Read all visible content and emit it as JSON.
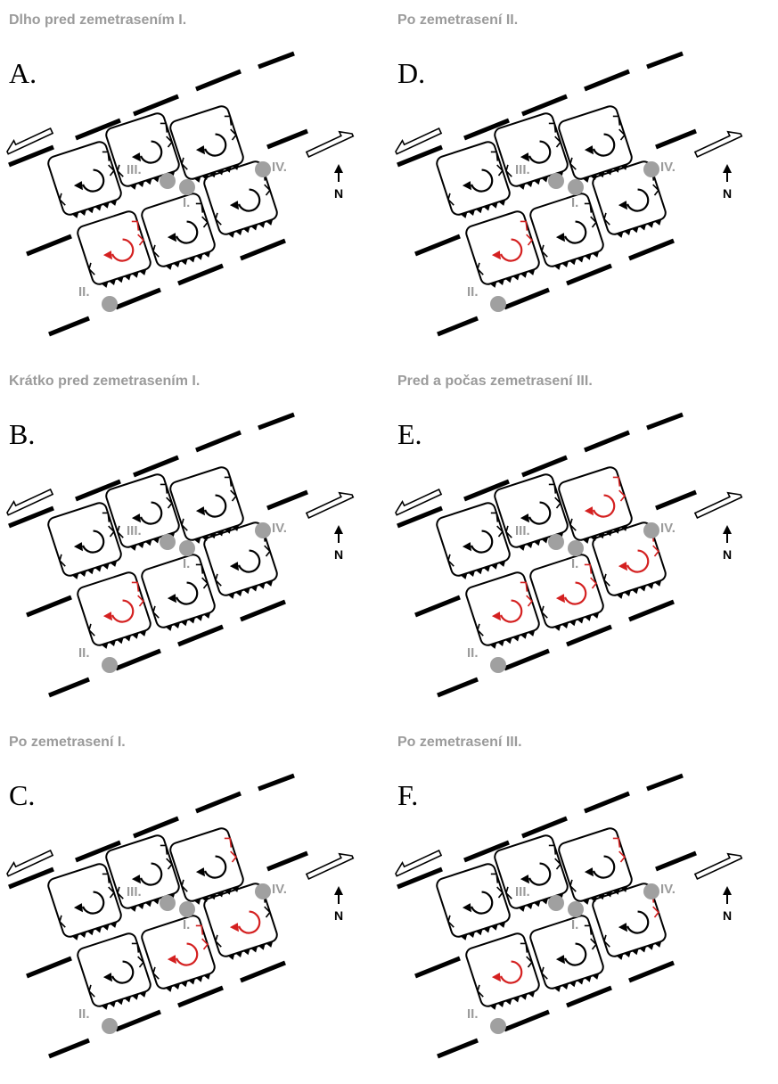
{
  "colors": {
    "black": "#000000",
    "red": "#d42020",
    "gray": "#a0a0a0",
    "label_gray": "#9b9b9b"
  },
  "icons": [
    "shear-arrow-icon",
    "rotation-arrow-icon",
    "epicenter-dot-icon",
    "north-arrow-icon"
  ],
  "north_label": "N",
  "points": {
    "i": "I.",
    "ii": "II.",
    "iii": "III.",
    "iv": "IV."
  },
  "panels": [
    {
      "letter": "A.",
      "caption": "Dlho pred zemetrasením I."
    },
    {
      "letter": "D.",
      "caption": "Po zemetrasení II."
    },
    {
      "letter": "B.",
      "caption": "Krátko pred zemetrasením I."
    },
    {
      "letter": "E.",
      "caption": "Pred a počas zemetrasení III."
    },
    {
      "letter": "C.",
      "caption": "Po zemetrasení I."
    },
    {
      "letter": "F.",
      "caption": "Po zemetrasení III."
    }
  ]
}
